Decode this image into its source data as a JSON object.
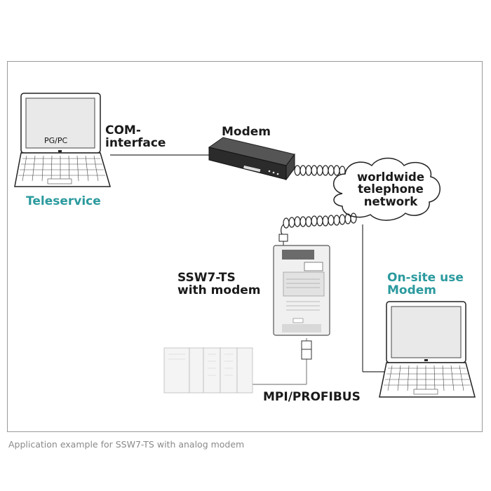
{
  "labels": {
    "pg_pc": "PG/PC",
    "com_interface": "COM-\ninterface",
    "modem": "Modem",
    "teleservice": "Teleservice",
    "network": "worldwide\ntelephone\nnetwork",
    "ssw7": "SSW7-TS\nwith modem",
    "onsite": "On-site use\nModem",
    "mpi": "MPI/PROFIBUS"
  },
  "caption": "Application example for SSW7-TS with analog modem",
  "colors": {
    "accent": "#2b9a9e",
    "frame": "#9a9a9a",
    "line": "#333333"
  },
  "icons": [
    "laptop-icon",
    "modem-icon",
    "cloud-icon",
    "ssw7-adapter-icon",
    "plc-rack-icon",
    "connector-icon"
  ]
}
